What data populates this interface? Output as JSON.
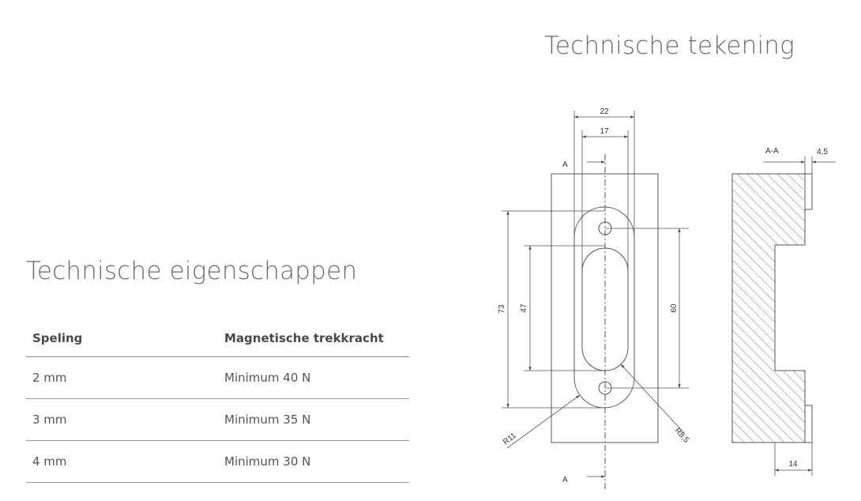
{
  "drawing": {
    "title": "Technische tekening",
    "dims": {
      "w22": "22",
      "w17": "17",
      "h73": "73",
      "h47": "47",
      "h60": "60",
      "r11": "R11",
      "r85": "R8,5",
      "sec_label": "A",
      "sec_label_bottom": "A",
      "section": "A-A",
      "t45": "4,5",
      "d14": "14"
    }
  },
  "properties": {
    "title": "Technische eigenschappen",
    "headers": [
      "Speling",
      "Magnetische trekkracht"
    ],
    "rows": [
      [
        "2 mm",
        "Minimum 40 N"
      ],
      [
        "3 mm",
        "Minimum 35 N"
      ],
      [
        "4 mm",
        "Minimum 30 N"
      ]
    ]
  }
}
